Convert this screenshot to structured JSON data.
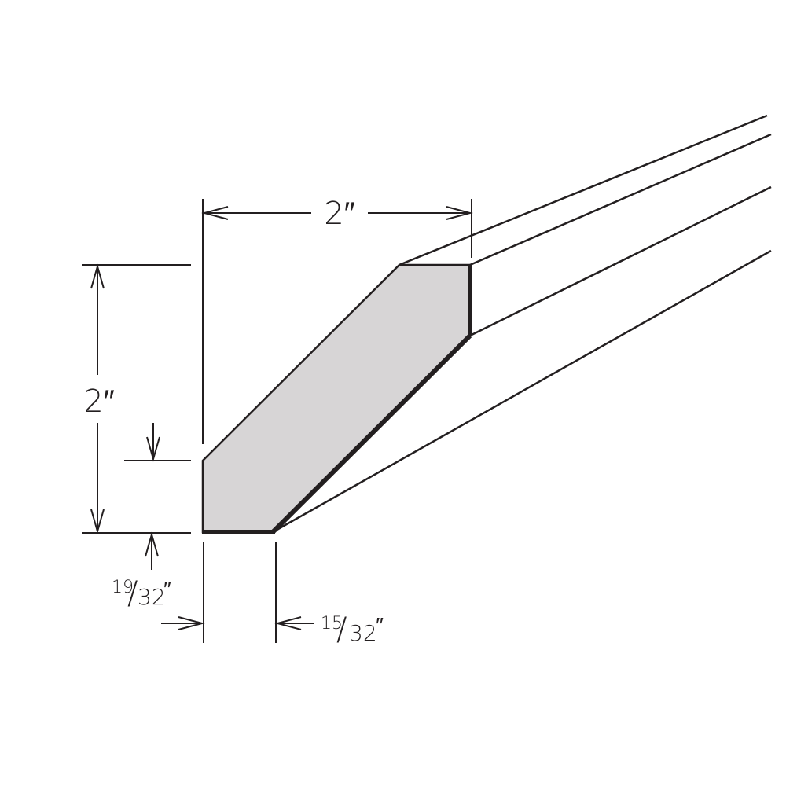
{
  "diagram": {
    "subject": "Scribe / crown molding profile with chamfered edge",
    "colors": {
      "line": "#231f20",
      "profile_fill": "#d7d5d6",
      "background": "#ffffff"
    },
    "dimensions": {
      "width_top": {
        "label": "2″",
        "value": "2\""
      },
      "height_left": {
        "label": "2″",
        "value": "2\""
      },
      "bottom_flat": {
        "numerator": "19",
        "denominator": "32",
        "inch_mark": "″",
        "value": "19/32\""
      },
      "bottom_width": {
        "numerator": "15",
        "denominator": "32",
        "inch_mark": "″",
        "value": "15/32\""
      }
    }
  }
}
